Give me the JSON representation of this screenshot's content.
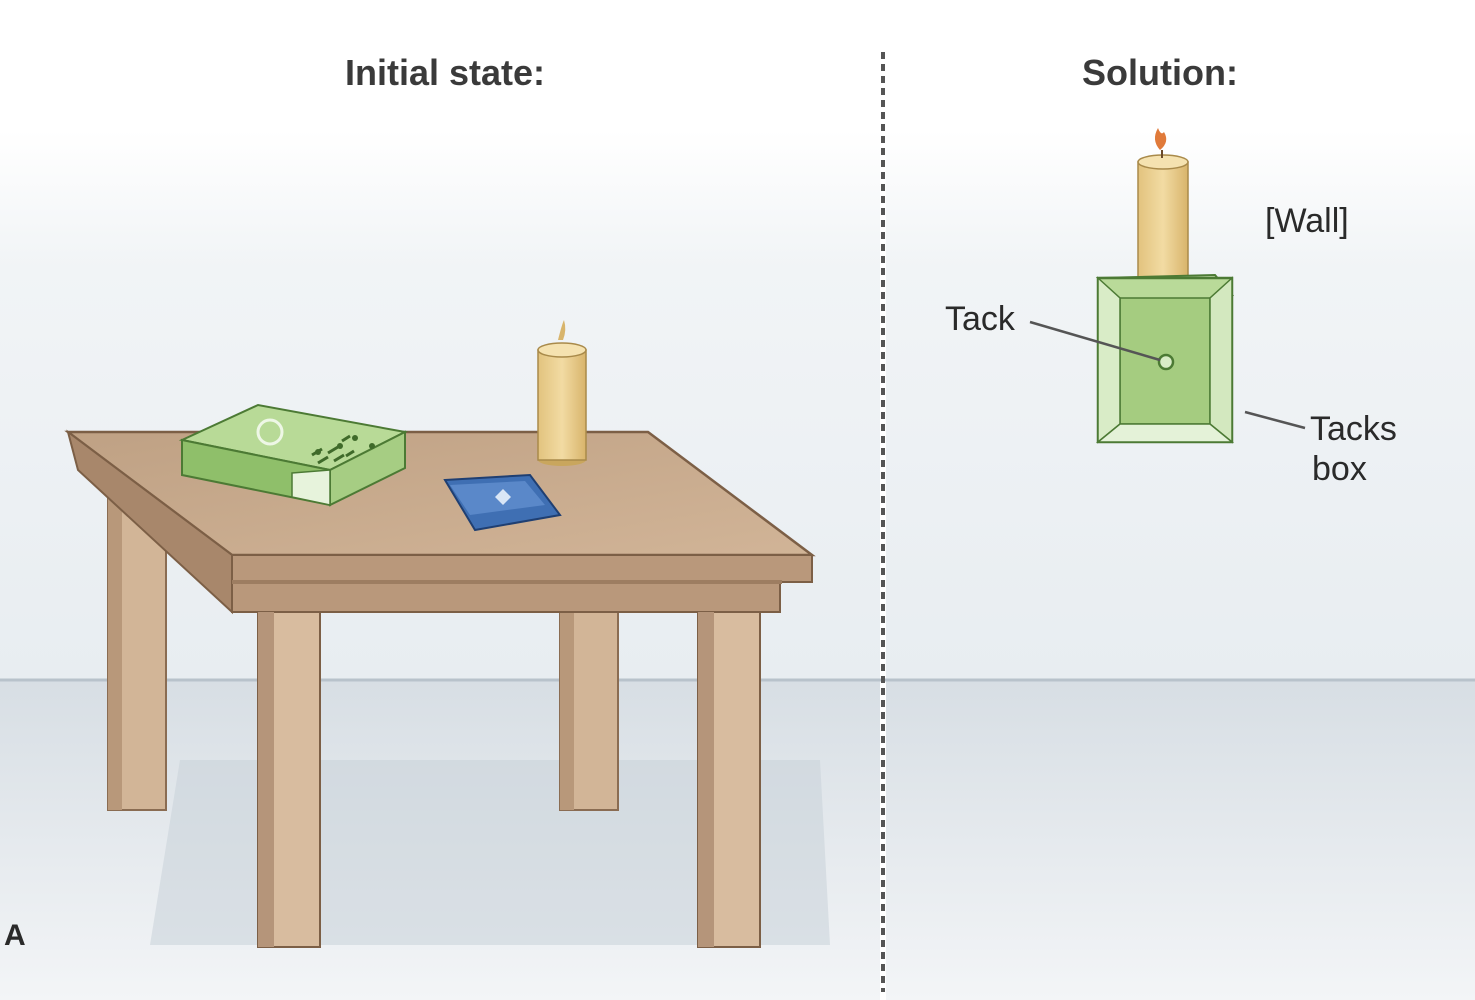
{
  "panels": {
    "left": {
      "title": "Initial state:",
      "letter": "A"
    },
    "right": {
      "title": "Solution:",
      "wall_label": "[Wall]",
      "tack_label": "Tack",
      "box_label_line1": "Tacks",
      "box_label_line2": "box"
    }
  },
  "colors": {
    "wall_top": "#f4f6f8",
    "wall_bottom": "#e6ebef",
    "floor": "#d9e0e6",
    "table_top": "#c4a589",
    "table_side": "#b08f72",
    "table_leg": "#cfb193",
    "candle": "#e9cf8f",
    "flame": "#e07a3a",
    "tack_box": "#a9cf86",
    "tack_box_light": "#d7ebc5",
    "matchbook": "#3f6fb3",
    "divider": "#6c6c6c"
  }
}
